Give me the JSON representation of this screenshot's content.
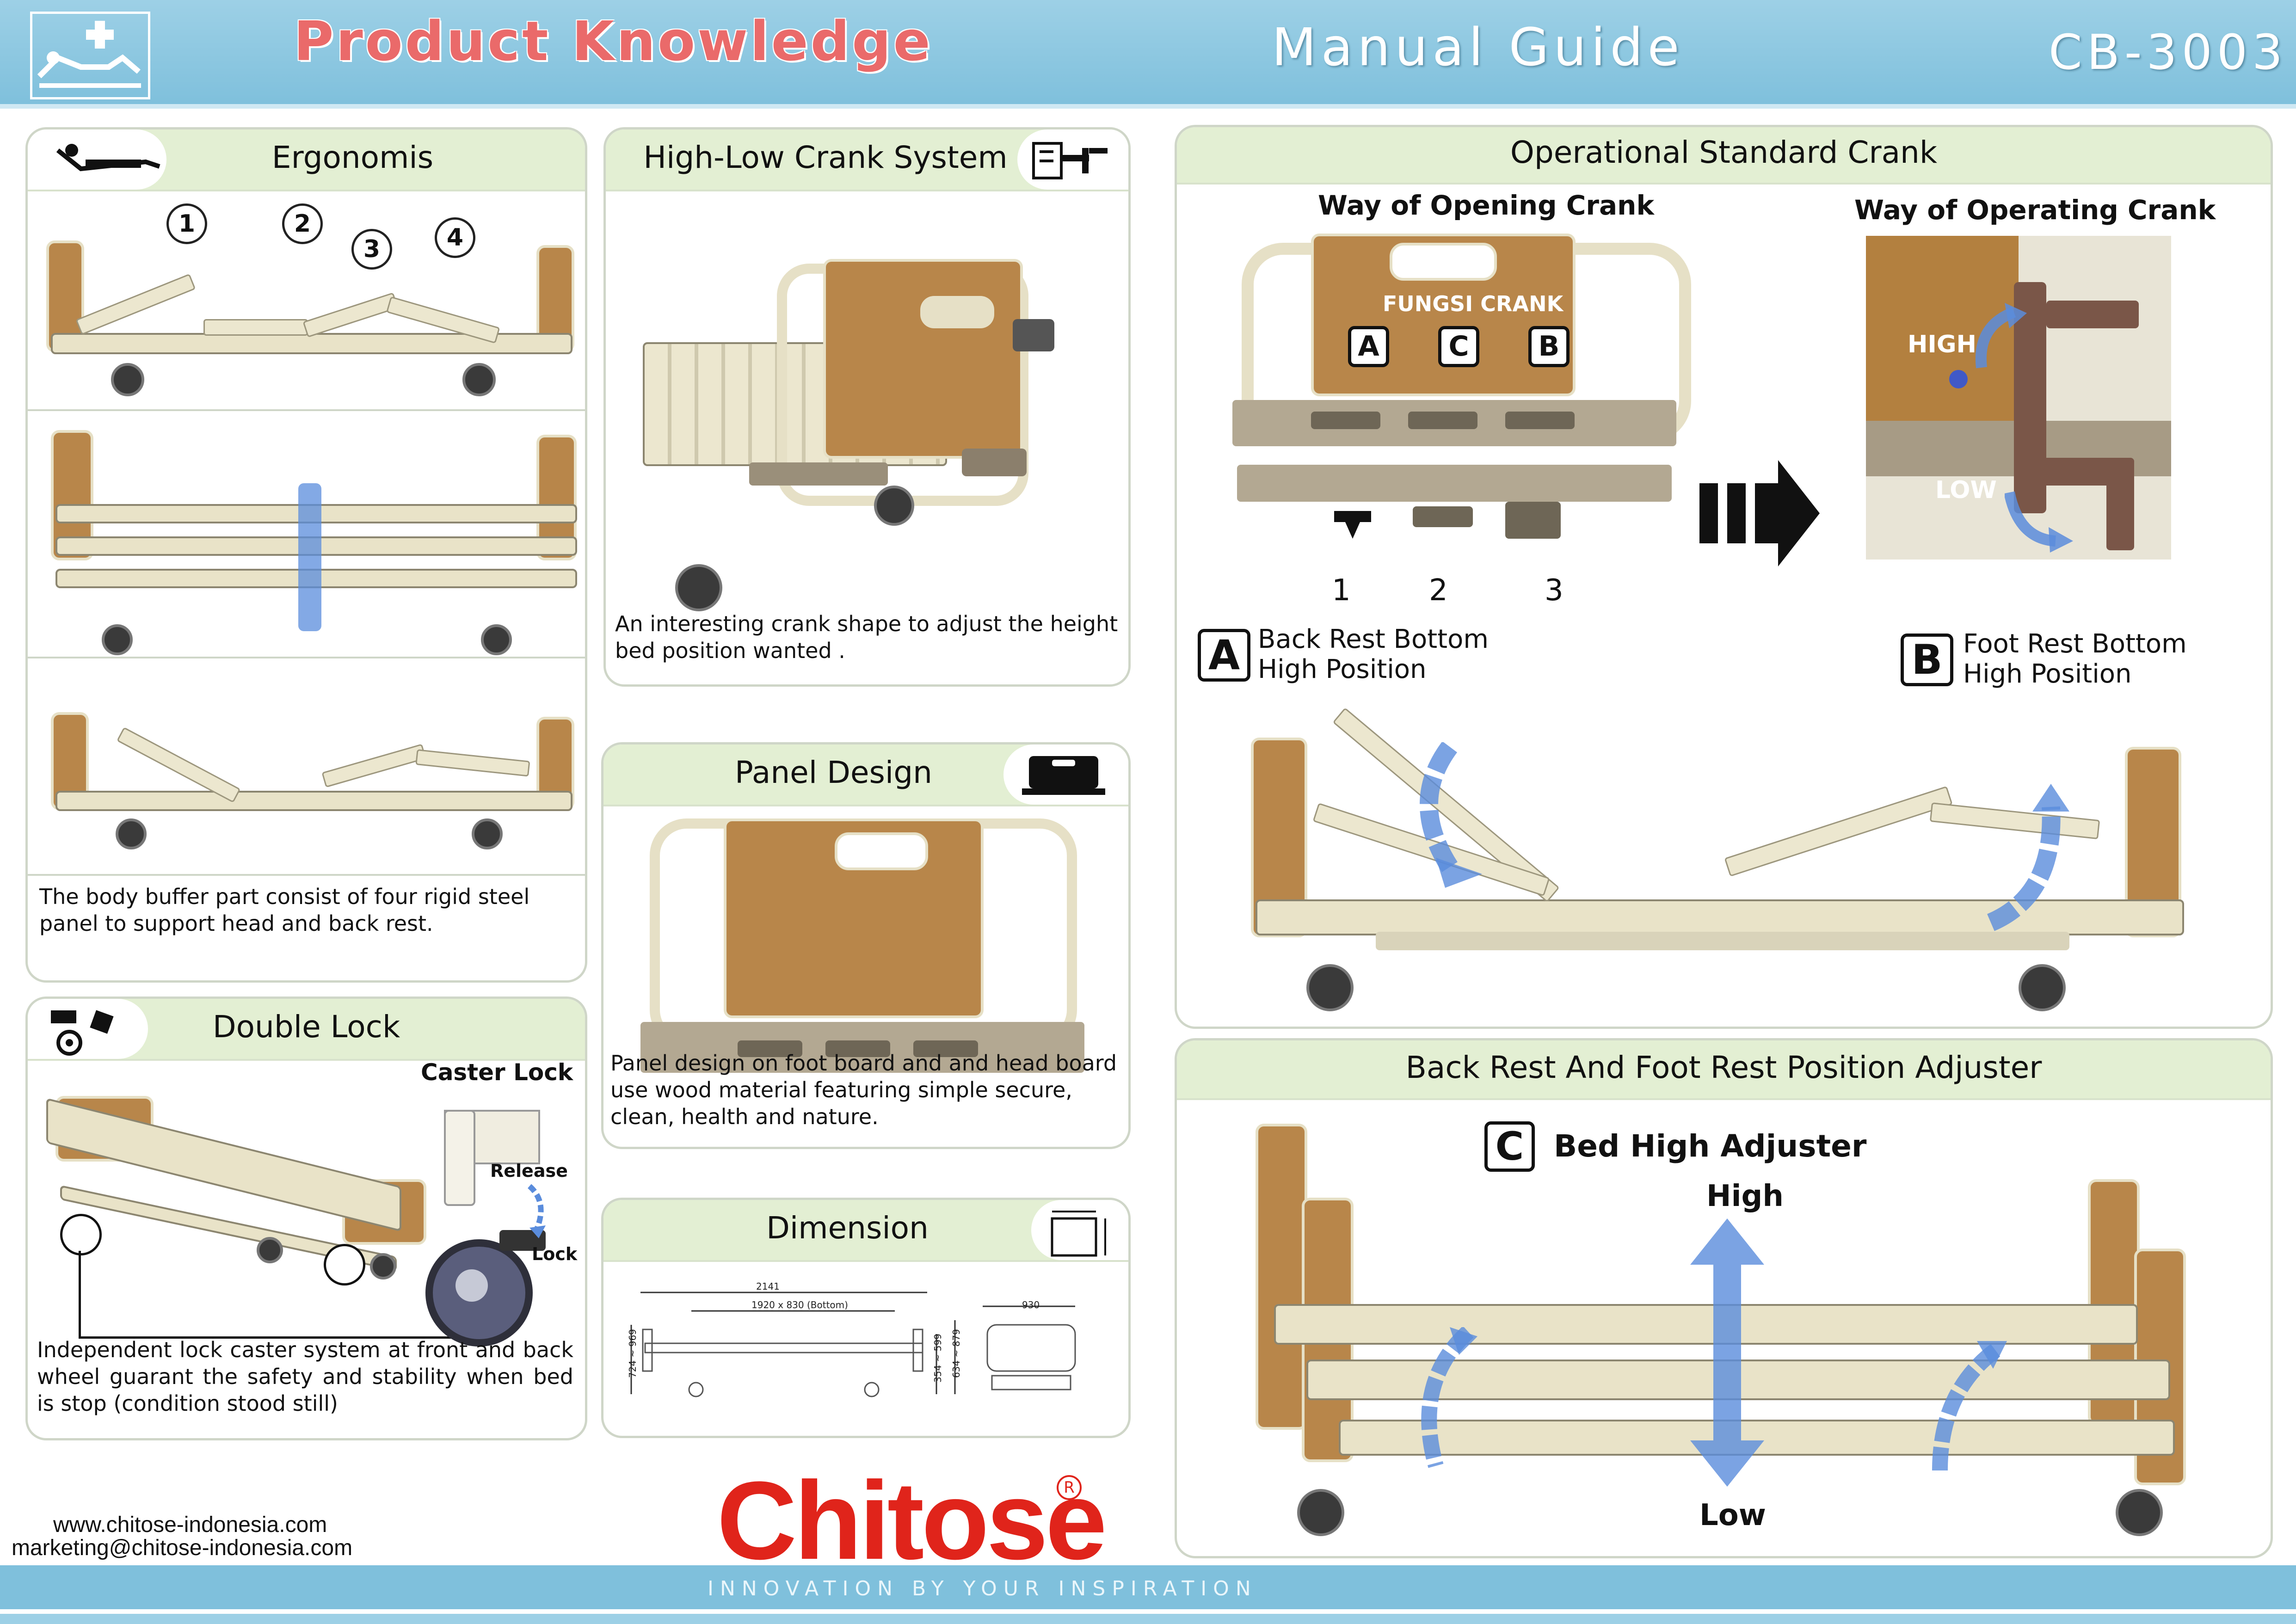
{
  "header": {
    "product_title": "Product Knowledge",
    "manual_title": "Manual Guide",
    "model": "CB-3003"
  },
  "ergonomis": {
    "title": "Ergonomis",
    "numbers": [
      "1",
      "2",
      "3",
      "4"
    ],
    "description": "The body buffer part consist of four rigid steel panel to support head and back rest."
  },
  "double_lock": {
    "title": "Double Lock",
    "caster_lock": "Caster Lock",
    "release": "Release",
    "lock": "Lock",
    "description": "Independent lock caster system at front and back wheel guarant the safety and stability when bed is stop (condition stood still)"
  },
  "high_low_crank": {
    "title": "High-Low Crank System",
    "description": "An interesting crank shape to adjust the height bed position wanted ."
  },
  "panel_design": {
    "title": "Panel Design",
    "description": "Panel design on foot board and and head board use wood material featuring simple secure, clean, health and nature."
  },
  "dimension": {
    "title": "Dimension",
    "length": "2141",
    "inner": "1920 x 830 (Bottom)",
    "height_range": "724 ~ 969",
    "low_range": "354 ~ 599",
    "mid_range": "634 ~ 879",
    "width": "930"
  },
  "operational": {
    "title": "Operational Standard Crank",
    "opening_title": "Way of Opening Crank",
    "operating_title": "Way of Operating Crank",
    "fungsi_crank": "FUNGSI CRANK",
    "letters": [
      "A",
      "C",
      "B"
    ],
    "steps": [
      "1",
      "2",
      "3"
    ],
    "high": "HIGH",
    "low": "LOW",
    "a_letter": "A",
    "a_line1": "Back Rest Bottom",
    "a_line2": "High Position",
    "b_letter": "B",
    "b_line1": "Foot Rest Bottom",
    "b_line2": "High Position"
  },
  "adjuster": {
    "title": "Back Rest And Foot Rest Position Adjuster",
    "c_letter": "C",
    "c_label": "Bed High Adjuster",
    "high": "High",
    "low": "Low"
  },
  "footer": {
    "website": "www.chitose-indonesia.com",
    "email": "marketing@chitose-indonesia.com",
    "brand": "Chitose",
    "registered": "R",
    "tagline": "INNOVATION BY YOUR INSPIRATION"
  },
  "colors": {
    "header_blue": "#7fc0dc",
    "panel_green": "#e3efd3",
    "title_red": "#ea6a6a",
    "brand_red": "#e0241b",
    "arrow_blue": "#5a8cdc"
  }
}
